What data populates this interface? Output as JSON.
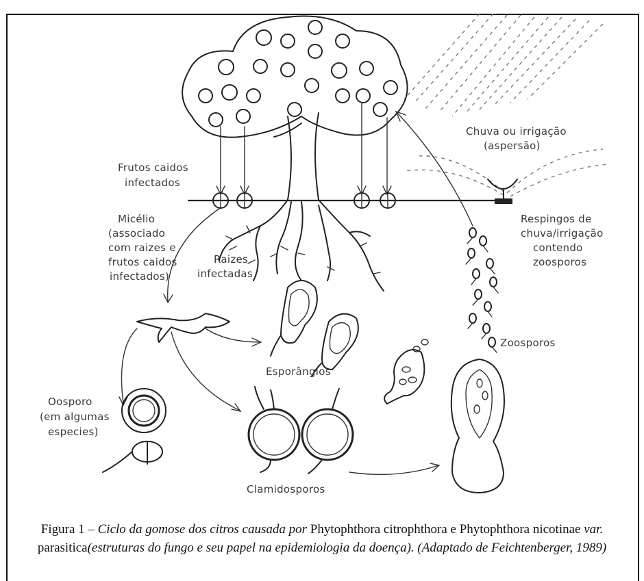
{
  "labels": {
    "rain_line1": "Chuva ou irrigação",
    "rain_line2": "(aspersão)",
    "fruits_line1": "Frutos caidos",
    "fruits_line2": "infectados",
    "mycelium_line1": "Micélio",
    "mycelium_line2": "(associado",
    "mycelium_line3": "com raizes e",
    "mycelium_line4": "frutos caidos",
    "mycelium_line5": "infectados)",
    "roots_line1": "Raizes",
    "roots_line2": "infectadas",
    "splash_line1": "Respingos de",
    "splash_line2": "chuva/irrigação",
    "splash_line3": "contendo",
    "splash_line4": "zoosporos",
    "zoospores": "Zoosporos",
    "sporangia": "Esporângios",
    "oospore_line1": "Oosporo",
    "oospore_line2": "(em algumas",
    "oospore_line3": "especies)",
    "chlamydospores": "Clamidosporos"
  },
  "caption": {
    "prefix": "Figura 1 – ",
    "italic1": "Ciclo da gomose dos citros causada por",
    "species1": " Phytophthora citrophthora e Phytophthora nicotinae ",
    "italic2": "var.",
    "species2": " parasitica",
    "italic3": "(estruturas do fungo e seu papel na epidemiologia da doença). (Adaptado de Feichtenberger, 1989)"
  }
}
